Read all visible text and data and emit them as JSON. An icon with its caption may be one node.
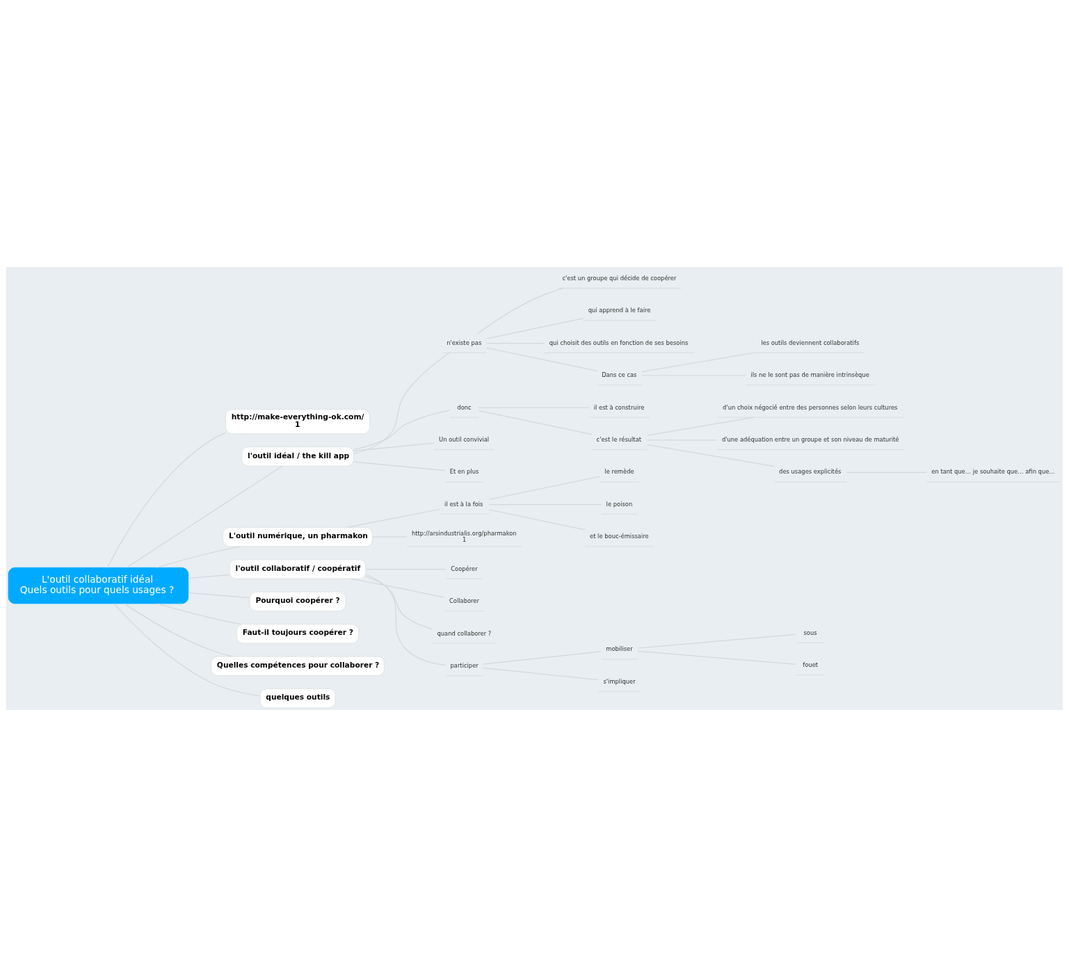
{
  "diagram": {
    "nodes": [
      {
        "text": [
          "L'outil collaboratif idéal",
          "Quels outils pour quels usages ?"
        ]
      },
      {
        "text": [
          "http://make-everything-ok.com/",
          "1"
        ]
      },
      {
        "text": [
          "l'outil idéal / the kill app"
        ]
      },
      {
        "text": [
          "n'existe pas"
        ]
      },
      {
        "text": [
          "c'est un groupe qui décide de coopérer"
        ]
      },
      {
        "text": [
          "qui apprend à le faire"
        ]
      },
      {
        "text": [
          "qui choisit des outils en fonction de ses besoins"
        ]
      },
      {
        "text": [
          "Dans ce cas"
        ]
      },
      {
        "text": [
          "les outils deviennent collaboratifs"
        ]
      },
      {
        "text": [
          "ils ne le sont pas de manière intrinsèque"
        ]
      },
      {
        "text": [
          "donc"
        ]
      },
      {
        "text": [
          "il est à construire"
        ]
      },
      {
        "text": [
          "c'est le résultat"
        ]
      },
      {
        "text": [
          "d'un choix négocié entre des personnes selon leurs cultures"
        ]
      },
      {
        "text": [
          "d'une adéquation entre un groupe et son niveau de maturité"
        ]
      },
      {
        "text": [
          "des usages explicités"
        ]
      },
      {
        "text": [
          "en tant que… je souhaite que… afin que…"
        ]
      },
      {
        "text": [
          "Un outil convivial"
        ]
      },
      {
        "text": [
          "Et en plus"
        ]
      },
      {
        "text": [
          "L'outil numérique, un pharmakon"
        ]
      },
      {
        "text": [
          "il est à la fois"
        ]
      },
      {
        "text": [
          "le remède"
        ]
      },
      {
        "text": [
          "le poison"
        ]
      },
      {
        "text": [
          "et le bouc-émissaire"
        ]
      },
      {
        "text": [
          "http://arsindustrialis.org/pharmakon",
          "1"
        ]
      },
      {
        "text": [
          "l'outil collaboratif / coopératif"
        ]
      },
      {
        "text": [
          "Coopérer"
        ]
      },
      {
        "text": [
          "Collaborer"
        ]
      },
      {
        "text": [
          "quand collaborer ?"
        ]
      },
      {
        "text": [
          "participer"
        ]
      },
      {
        "text": [
          "mobiliser"
        ]
      },
      {
        "text": [
          "sous"
        ]
      },
      {
        "text": [
          "fouet"
        ]
      },
      {
        "text": [
          "s'impliquer"
        ]
      },
      {
        "text": [
          "Pourquoi coopérer ?"
        ]
      },
      {
        "text": [
          "Faut-il toujours coopérer ?"
        ]
      },
      {
        "text": [
          "Quelles compétences pour collaborer ?"
        ]
      },
      {
        "text": [
          "quelques outils"
        ]
      }
    ],
    "edges": [
      {
        "from": 0,
        "to": 1,
        "arrow": "none"
      },
      {
        "from": 0,
        "to": 2,
        "arrow": "none"
      },
      {
        "from": 2,
        "to": 3,
        "arrow": "none"
      },
      {
        "from": 3,
        "to": 4,
        "arrow": "none"
      },
      {
        "from": 3,
        "to": 5,
        "arrow": "none"
      },
      {
        "from": 3,
        "to": 6,
        "arrow": "none"
      },
      {
        "from": 3,
        "to": 7,
        "arrow": "none"
      },
      {
        "from": 7,
        "to": 8,
        "arrow": "none"
      },
      {
        "from": 7,
        "to": 9,
        "arrow": "none"
      },
      {
        "from": 2,
        "to": 10,
        "arrow": "none"
      },
      {
        "from": 10,
        "to": 11,
        "arrow": "none"
      },
      {
        "from": 10,
        "to": 12,
        "arrow": "none"
      },
      {
        "from": 12,
        "to": 13,
        "arrow": "none"
      },
      {
        "from": 12,
        "to": 14,
        "arrow": "none"
      },
      {
        "from": 12,
        "to": 15,
        "arrow": "none"
      },
      {
        "from": 15,
        "to": 16,
        "arrow": "none"
      },
      {
        "from": 2,
        "to": 17,
        "arrow": "none"
      },
      {
        "from": 2,
        "to": 18,
        "arrow": "none"
      },
      {
        "from": 0,
        "to": 19,
        "arrow": "none"
      },
      {
        "from": 19,
        "to": 20,
        "arrow": "none"
      },
      {
        "from": 20,
        "to": 21,
        "arrow": "none"
      },
      {
        "from": 20,
        "to": 22,
        "arrow": "none"
      },
      {
        "from": 20,
        "to": 23,
        "arrow": "none"
      },
      {
        "from": 19,
        "to": 24,
        "arrow": "none"
      },
      {
        "from": 0,
        "to": 25,
        "arrow": "none"
      },
      {
        "from": 25,
        "to": 26,
        "arrow": "none"
      },
      {
        "from": 25,
        "to": 27,
        "arrow": "none"
      },
      {
        "from": 25,
        "to": 28,
        "arrow": "none"
      },
      {
        "from": 25,
        "to": 29,
        "arrow": "none"
      },
      {
        "from": 29,
        "to": 30,
        "arrow": "none"
      },
      {
        "from": 30,
        "to": 31,
        "arrow": "none"
      },
      {
        "from": 30,
        "to": 32,
        "arrow": "none"
      },
      {
        "from": 29,
        "to": 33,
        "arrow": "none"
      },
      {
        "from": 0,
        "to": 34,
        "arrow": "none"
      },
      {
        "from": 0,
        "to": 35,
        "arrow": "none"
      },
      {
        "from": 0,
        "to": 36,
        "arrow": "none"
      },
      {
        "from": 0,
        "to": 37,
        "arrow": "none"
      }
    ]
  }
}
